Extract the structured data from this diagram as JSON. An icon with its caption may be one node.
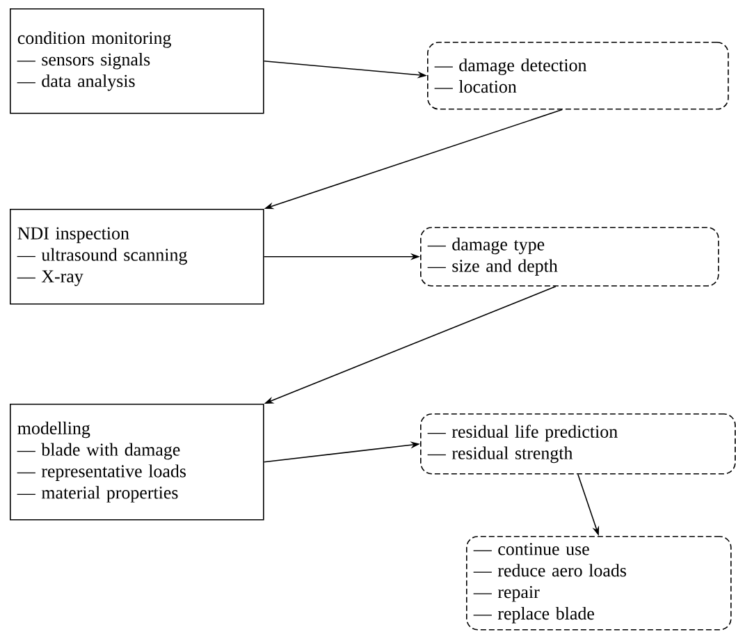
{
  "diagram": {
    "nodes": [
      {
        "text": [
          "condition monitoring",
          "— sensors signals",
          "— data analysis"
        ]
      },
      {
        "text": [
          "— damage detection",
          "— location"
        ]
      },
      {
        "text": [
          "NDI inspection",
          "— ultrasound scanning",
          "— X-ray"
        ]
      },
      {
        "text": [
          "— damage type",
          "— size and depth"
        ]
      },
      {
        "text": [
          "modelling",
          "— blade with damage",
          "— representative loads",
          "— material properties"
        ]
      },
      {
        "text": [
          "— residual life prediction",
          "— residual strength"
        ]
      },
      {
        "text": [
          "— continue use",
          "— reduce aero loads",
          "— repair",
          "— replace blade"
        ]
      }
    ],
    "edges": [
      {
        "from": 0,
        "to": 1,
        "arrow": "to"
      },
      {
        "from": 1,
        "to": 2,
        "arrow": "to"
      },
      {
        "from": 2,
        "to": 3,
        "arrow": "to"
      },
      {
        "from": 3,
        "to": 4,
        "arrow": "to"
      },
      {
        "from": 4,
        "to": 5,
        "arrow": "to"
      },
      {
        "from": 5,
        "to": 6,
        "arrow": "to"
      }
    ]
  }
}
